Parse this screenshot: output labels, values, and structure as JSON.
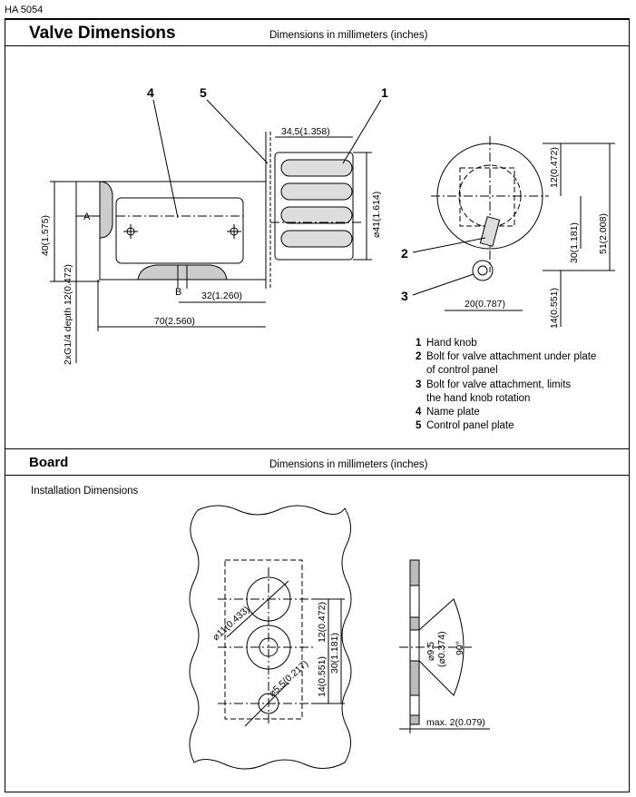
{
  "doc_id": "HA 5054",
  "sections": {
    "valve": {
      "title": "Valve Dimensions",
      "note": "Dimensions in millimeters (inches)"
    },
    "board": {
      "title": "Board",
      "note": "Dimensions in millimeters (inches)",
      "subtitle": "Installation Dimensions"
    }
  },
  "drawing1": {
    "callouts": [
      "4",
      "5",
      "1",
      "2",
      "3"
    ],
    "letters": {
      "a": "A",
      "b": "B"
    },
    "dims": {
      "d34": "34,5(1.358)",
      "d41": "⌀41(1.614)",
      "d40": "40(1.575)",
      "thread": "2xG1/4 depth 12(0.472)",
      "d32": "32(1.260)",
      "d70": "70(2.560)",
      "r12": "12(0.472)",
      "r30": "30(1.181)",
      "r51": "51(2.008)",
      "r20": "20(0.787)",
      "r14": "14(0.551)"
    }
  },
  "legend": [
    {
      "num": "1",
      "lines": [
        "Hand knob"
      ]
    },
    {
      "num": "2",
      "lines": [
        "Bolt for valve attachment under plate",
        "of control panel"
      ]
    },
    {
      "num": "3",
      "lines": [
        "Bolt for valve attachment, limits",
        "the hand knob rotation"
      ]
    },
    {
      "num": "4",
      "lines": [
        "Name plate"
      ]
    },
    {
      "num": "5",
      "lines": [
        "Control panel plate"
      ]
    }
  ],
  "drawing2": {
    "dims": {
      "d11": "⌀11(0.433)",
      "d55": "⌀5.5(0.217)",
      "b12": "12(0.472)",
      "b14": "14(0.551)",
      "b30": "30(1.181)",
      "d95": "⌀9.5",
      "d95in": "(⌀0.374)",
      "angle": "90°",
      "max2": "max. 2(0.079)"
    }
  }
}
